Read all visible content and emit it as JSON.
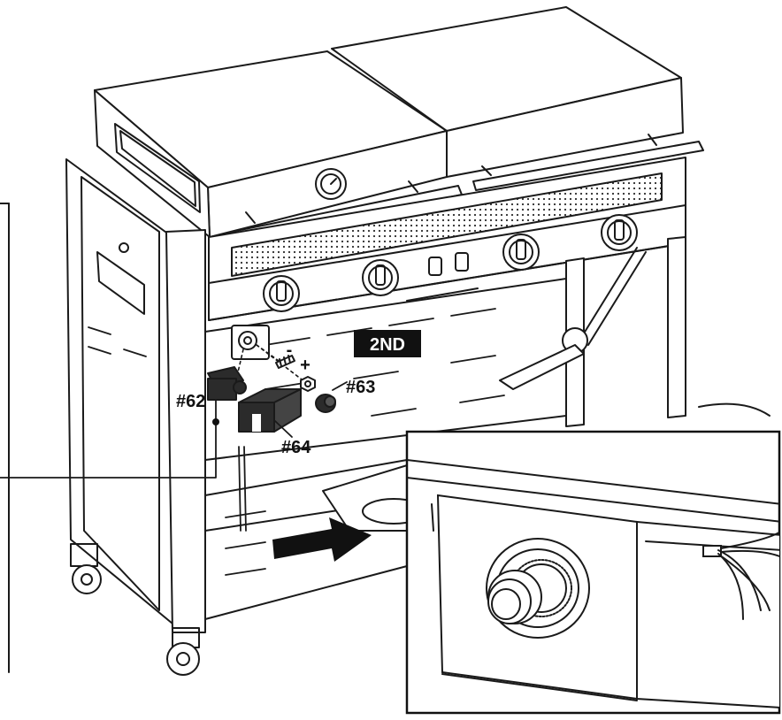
{
  "step_badge": "2ND",
  "part_labels": {
    "igniter": "#62",
    "button": "#63",
    "bracket": "#64"
  },
  "polarity": {
    "minus": "-",
    "plus": "+"
  },
  "colors": {
    "ink": "#1a1a1a",
    "dark_part": "#2b2b2b",
    "badge_bg": "#111111",
    "badge_text": "#ffffff",
    "background": "#ffffff"
  }
}
